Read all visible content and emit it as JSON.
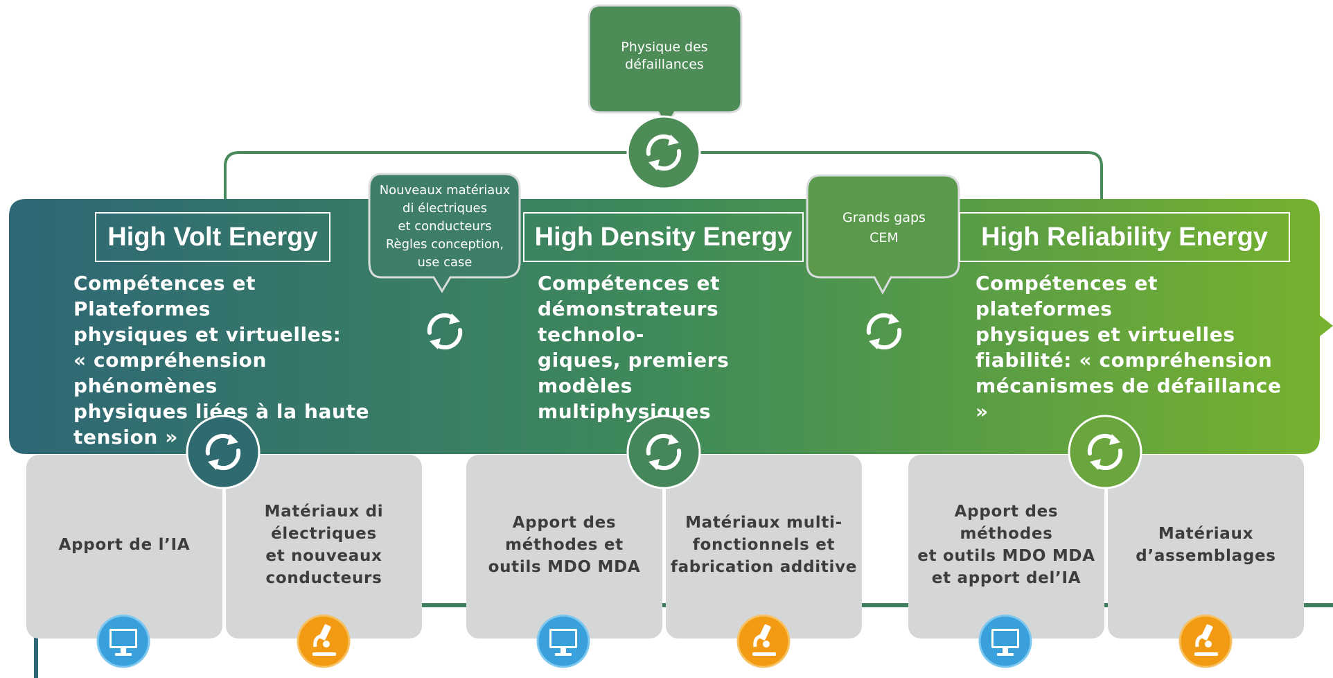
{
  "top_bubble": {
    "text_lines": [
      "Physique des",
      "défaillances"
    ]
  },
  "left_bubble": {
    "text_lines": [
      "Nouveaux matériaux",
      "di électriques",
      "et conducteurs",
      "Règles conception,",
      "use case"
    ]
  },
  "right_bubble": {
    "text_lines": [
      "Grands gaps",
      "CEM"
    ]
  },
  "panels": [
    {
      "title": "High Volt Energy",
      "description_lines": [
        "Compétences et Plateformes",
        "physiques et virtuelles:",
        "« compréhension phénomènes",
        "physiques liées à la haute",
        "tension »"
      ],
      "sub_boxes": [
        {
          "label_lines": [
            "Apport de l’IA"
          ],
          "icon": "computer-icon"
        },
        {
          "label_lines": [
            "Matériaux di",
            "électriques",
            "et nouveaux",
            "conducteurs"
          ],
          "icon": "microscope-icon"
        }
      ]
    },
    {
      "title": "High Density Energy",
      "description_lines": [
        "Compétences et",
        "démonstrateurs technolo-",
        "giques, premiers modèles",
        "multiphysiques"
      ],
      "sub_boxes": [
        {
          "label_lines": [
            "Apport des",
            "méthodes et",
            "outils MDO MDA"
          ],
          "icon": "computer-icon"
        },
        {
          "label_lines": [
            "Matériaux multi-",
            "fonctionnels et",
            "fabrication additive"
          ],
          "icon": "microscope-icon"
        }
      ]
    },
    {
      "title": "High Reliability Energy",
      "description_lines": [
        "Compétences et plateformes",
        "physiques et virtuelles",
        "fiabilité: « compréhension",
        "mécanismes de défaillance »"
      ],
      "sub_boxes": [
        {
          "label_lines": [
            "Apport des",
            "méthodes",
            "et outils MDO MDA",
            "et apport del’IA"
          ],
          "icon": "computer-icon"
        },
        {
          "label_lines": [
            "Matériaux",
            "d’assemblages"
          ],
          "icon": "microscope-icon"
        }
      ]
    }
  ],
  "colors": {
    "gradient_start": "#2e6776",
    "gradient_mid": "#3f8a5a",
    "gradient_end": "#76b12f",
    "bubble": "#4d8b57",
    "connector": "#4a8a5a",
    "sub_box": "#d5d6d8",
    "computer_icon": "#3aa0dc",
    "microscope_icon": "#f29a12"
  }
}
